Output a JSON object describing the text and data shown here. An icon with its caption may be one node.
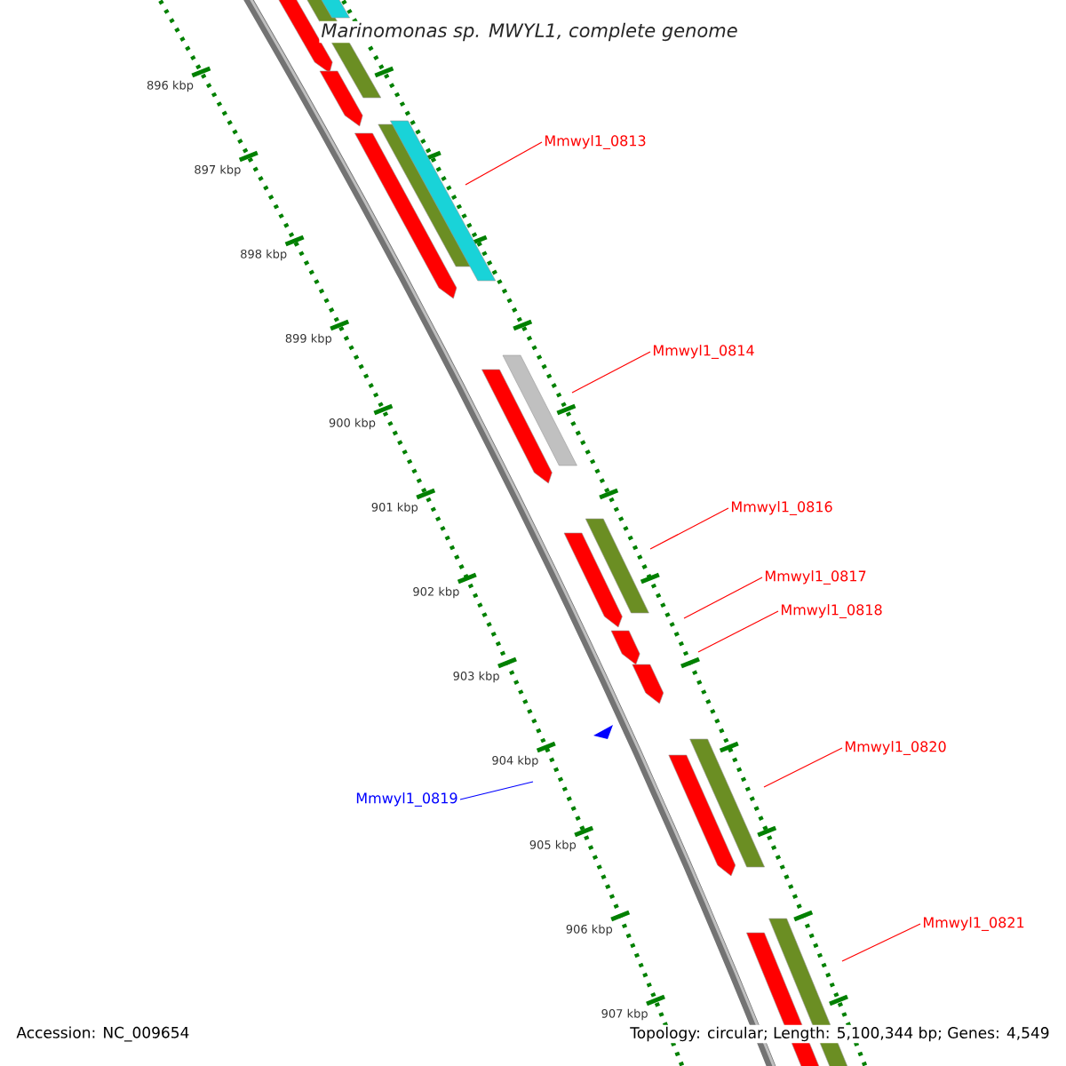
{
  "diagram": {
    "title": "Marinomonas sp. MWYL1, complete genome",
    "nodes": [
      {
        "text": [
          "Mmwyl1_0813"
        ]
      },
      {
        "text": [
          "Mmwyl1_0814"
        ]
      },
      {
        "text": [
          "Mmwyl1_0816"
        ]
      },
      {
        "text": [
          "Mmwyl1_0817"
        ]
      },
      {
        "text": [
          "Mmwyl1_0818"
        ]
      },
      {
        "text": [
          "Mmwyl1_0819"
        ]
      },
      {
        "text": [
          "Mmwyl1_0820"
        ]
      },
      {
        "text": [
          "Mmwyl1_0821"
        ]
      }
    ],
    "edges": [
      {
        "from": 0,
        "to": null,
        "arrow": "none"
      },
      {
        "from": 1,
        "to": null,
        "arrow": "none"
      },
      {
        "from": 2,
        "to": null,
        "arrow": "none"
      },
      {
        "from": 3,
        "to": null,
        "arrow": "none"
      },
      {
        "from": 4,
        "to": null,
        "arrow": "none"
      },
      {
        "from": 5,
        "to": null,
        "arrow": "none",
        "color": "#0000ff"
      },
      {
        "from": 6,
        "to": null,
        "arrow": "none"
      },
      {
        "from": 7,
        "to": null,
        "arrow": "none"
      }
    ],
    "labels": [
      "896 kbp",
      "897 kbp",
      "898 kbp",
      "899 kbp",
      "900 kbp",
      "901 kbp",
      "902 kbp",
      "903 kbp",
      "904 kbp",
      "905 kbp",
      "906 kbp",
      "907 kbp",
      "Accession: NC_009654",
      "Topology: circular; Length: 5,100,344 bp; Genes: 4,549"
    ]
  }
}
